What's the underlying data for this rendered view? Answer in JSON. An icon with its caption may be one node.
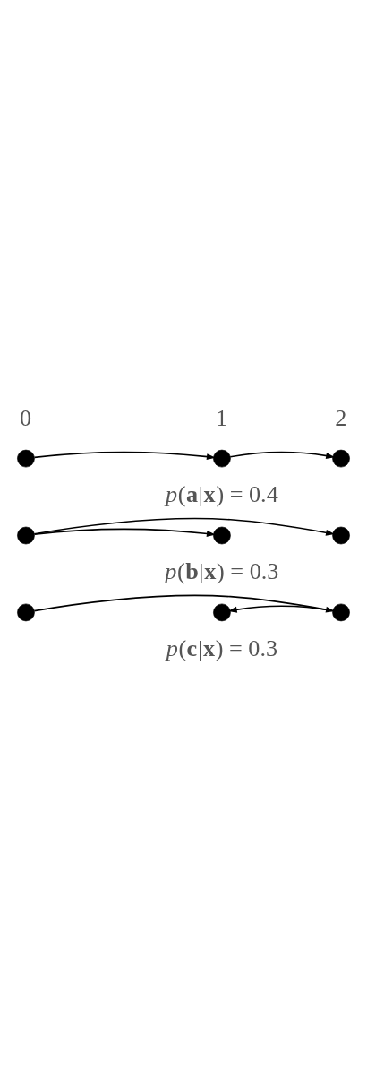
{
  "diagram": {
    "nodes": [
      {
        "text": [],
        "shape": "circle"
      },
      {
        "text": [],
        "shape": "circle"
      },
      {
        "text": [],
        "shape": "circle"
      },
      {
        "text": [],
        "shape": "circle"
      },
      {
        "text": [],
        "shape": "circle"
      },
      {
        "text": [],
        "shape": "circle"
      },
      {
        "text": [],
        "shape": "circle"
      },
      {
        "text": [],
        "shape": "circle"
      },
      {
        "text": [],
        "shape": "circle"
      }
    ],
    "edges": [
      {
        "from": 0,
        "to": 1,
        "arrow": "to"
      },
      {
        "from": 1,
        "to": 2,
        "arrow": "to"
      },
      {
        "from": 3,
        "to": 4,
        "arrow": "to"
      },
      {
        "from": 3,
        "to": 5,
        "arrow": "to"
      },
      {
        "from": 6,
        "to": 8,
        "arrow": "to"
      },
      {
        "from": 8,
        "to": 7,
        "arrow": "to"
      }
    ],
    "labels": [
      "0",
      "1",
      "2",
      "*p*(**a**|**x**) = 0.4",
      "*p*(**b**|**x**) = 0.3",
      "*p*(**c**|**x**) = 0.3"
    ]
  }
}
